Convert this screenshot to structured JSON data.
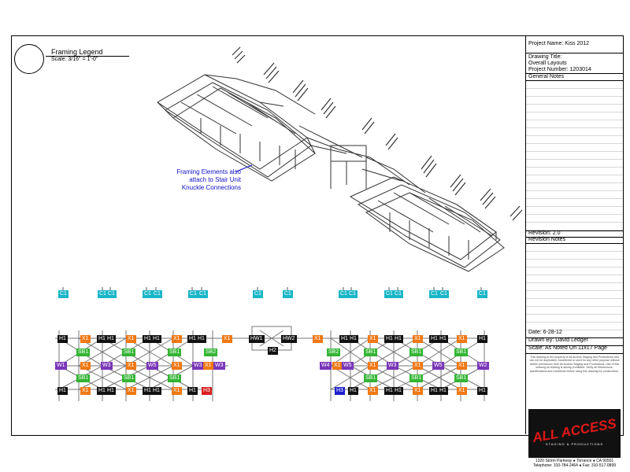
{
  "legend": {
    "title": "Framing Legend",
    "scale": "Scale: 3/16\" = 1'-0\""
  },
  "note": {
    "line1": "Framing Elements also",
    "line2": "attach to Stair Unit",
    "line3": "Knuckle Connections"
  },
  "titleblock": {
    "project_name": "Project Name:  Kiss 2012",
    "drawing_title_label": "Drawing Title:",
    "drawing_title": "Overall Layouts",
    "project_number": "Project Number:  1203014",
    "general_notes": "General Notes",
    "revision": "Revision:  2.0",
    "revision_notes": "Revision Notes",
    "date": "Date:  6-28-12",
    "drawn_by": "Drawn By:  David Ledger",
    "scale": "Scale:  As Noted On 11x17 Page",
    "disclaimer": "This drawing is the property of All Access Staging and Productions and can not be duplicated, transferred or used for any other purpose without written permission from All Access Staging and Productions. Use of this drawing for bidding is strictly prohibited. Verify all Dimensions, specifications and conditions before using this drawing for construction.",
    "address": "1320 Storm Parkway ● Torrance ● CA 90501",
    "phone": "Telephone: 310-784-2464 ● Fax: 310-517-0899",
    "logo_text": "ALL ACCESS",
    "logo_sub": "STAGING & PRODUCTIONS"
  },
  "labels": {
    "c_row": [
      "C1",
      "C1",
      "C1",
      "C1",
      "C1",
      "C1",
      "C1",
      "C1",
      "C1",
      "C1",
      "C1",
      "C1",
      "C1",
      "C1",
      "C1",
      "C1",
      "C1"
    ],
    "r1": [
      "H1",
      "X1",
      "H1",
      "H1",
      "X1",
      "H1",
      "H1",
      "X1",
      "H1",
      "H1",
      "X1",
      "HW1",
      "HW2",
      "X1",
      "H1",
      "H1",
      "X1",
      "H1",
      "H1",
      "X1",
      "H1",
      "H1",
      "X1",
      "H1"
    ],
    "h2": "H2",
    "r2": [
      "SB1",
      "SB1",
      "SB1",
      "SB2",
      "SB2",
      "SB1",
      "SB1",
      "SB1"
    ],
    "r3": [
      "W1",
      "X1",
      "W3",
      "X1",
      "W5",
      "X1",
      "W3",
      "X1",
      "W3",
      "W4",
      "X1",
      "W5",
      "X1",
      "W3",
      "X1",
      "W5",
      "X1",
      "W2"
    ],
    "r4": [
      "SB1",
      "SB1",
      "SB1",
      "SB1",
      "SB1",
      "SB1"
    ],
    "r5": [
      "H1",
      "X1",
      "H1",
      "H1",
      "X1",
      "H1",
      "H1",
      "X1",
      "H1",
      "H3",
      "H3",
      "H1",
      "X1",
      "H1",
      "H1",
      "X1",
      "H1",
      "H1",
      "X1",
      "H1"
    ]
  }
}
